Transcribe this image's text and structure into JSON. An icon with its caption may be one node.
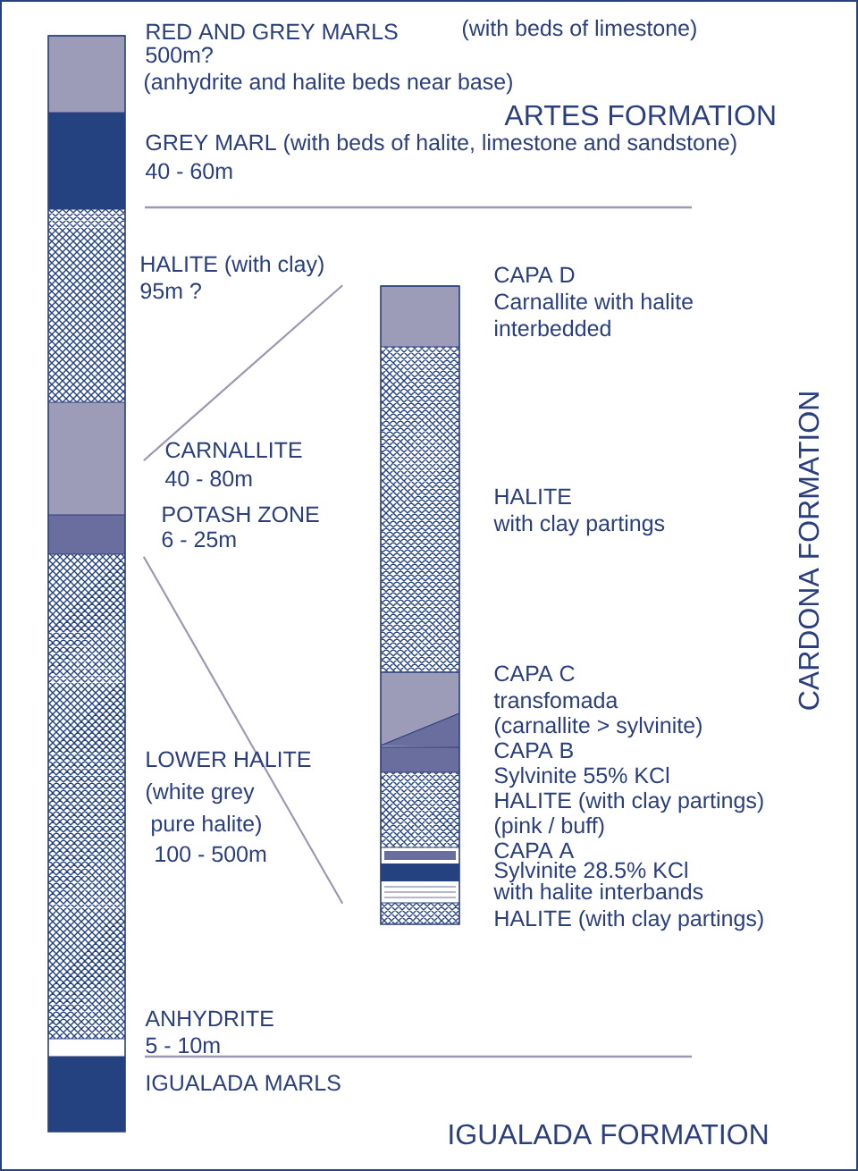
{
  "diagram": {
    "nodes": [
      {
        "text": [],
        "shape": "bar"
      },
      {
        "text": [],
        "shape": "bar"
      }
    ],
    "edges": [
      {
        "from": 0,
        "to": 1,
        "arrow": "none"
      },
      {
        "from": 0,
        "to": 1,
        "arrow": "none"
      }
    ],
    "labels": [
      "RED AND GREY MARLS",
      "(with beds of limestone)",
      "500m?",
      "(anhydrite and halite beds near base)",
      "ARTES FORMATION",
      "GREY MARL (with beds of halite, limestone and sandstone)",
      "40 - 60m",
      "HALITE (with clay)",
      "95m ?",
      "CAPA D",
      "Carnallite with halite",
      "interbedded",
      "CARNALLITE",
      "40 - 80m",
      "POTASH ZONE",
      "6 - 25m",
      "HALITE",
      "with clay partings",
      "CARDONA FORMATION",
      "CAPA C",
      "transfomada",
      "(carnallite  > sylvinite)",
      "CAPA B",
      "Sylvinite 55% KCl",
      "HALITE (with clay partings)",
      "(pink / buff)",
      "CAPA A",
      "Sylvinite 28.5% KCl",
      "with halite interbands",
      "HALITE (with clay partings)",
      "LOWER HALITE",
      "(white grey",
      "pure halite)",
      "100 - 500m",
      "ANHYDRITE",
      "5 - 10m",
      "IGUALADA MARLS",
      "IGUALADA FORMATION"
    ]
  }
}
